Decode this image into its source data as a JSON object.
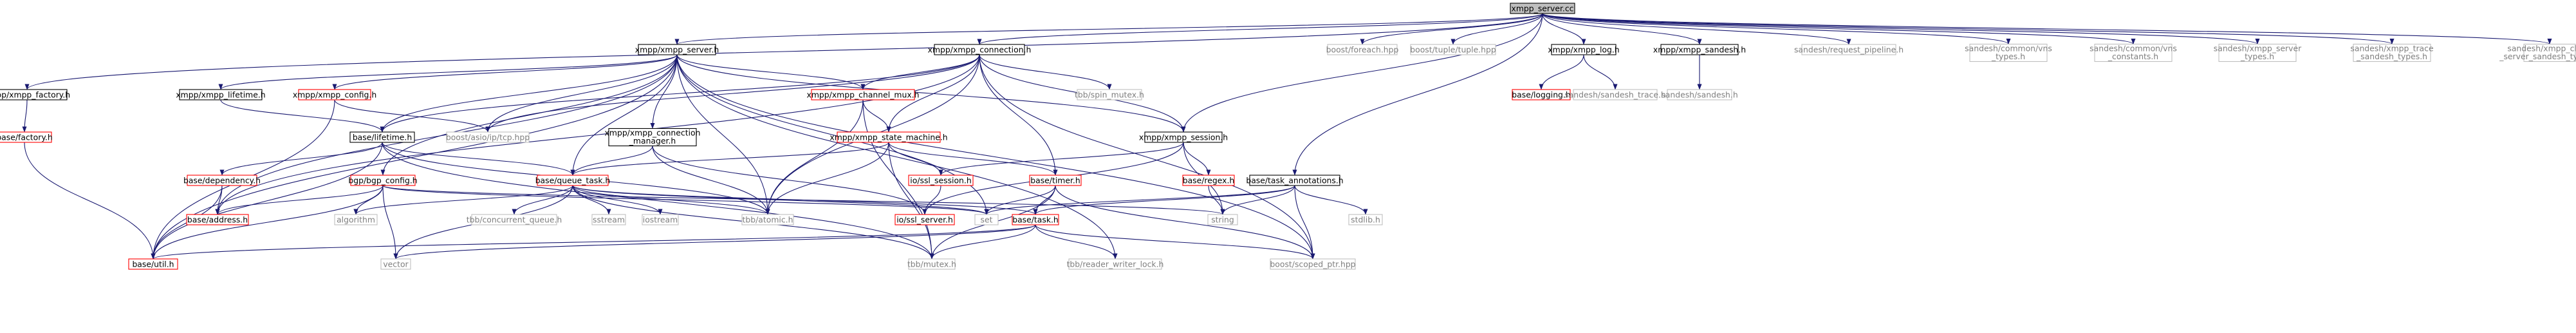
{
  "colors": {
    "edge": "#191970",
    "root_fill": "#bfbfbf",
    "root_border": "#000000",
    "normal_border": "#000000",
    "red_border": "#ff0000",
    "gray_border": "#bfbfbf",
    "text": "#000000",
    "gray_text": "#7f7f7f",
    "fill": "#ffffff"
  },
  "nodes": [
    {
      "id": "xmpp_server_cc",
      "lines": [
        "xmpp_server.cc"
      ],
      "style": "root"
    },
    {
      "id": "xmpp_factory_h",
      "lines": [
        "xmpp/xmpp_factory.h"
      ],
      "style": "normal"
    },
    {
      "id": "xmpp_server_h",
      "lines": [
        "xmpp/xmpp_server.h"
      ],
      "style": "normal"
    },
    {
      "id": "xmpp_connection_h",
      "lines": [
        "xmpp/xmpp_connection.h"
      ],
      "style": "normal"
    },
    {
      "id": "boost_foreach",
      "lines": [
        "boost/foreach.hpp"
      ],
      "style": "gray"
    },
    {
      "id": "boost_tuple",
      "lines": [
        "boost/tuple/tuple.hpp"
      ],
      "style": "gray"
    },
    {
      "id": "xmpp_log_h",
      "lines": [
        "xmpp/xmpp_log.h"
      ],
      "style": "normal"
    },
    {
      "id": "xmpp_sandesh_h",
      "lines": [
        "xmpp/xmpp_sandesh.h"
      ],
      "style": "normal"
    },
    {
      "id": "request_pipeline",
      "lines": [
        "sandesh/request_pipeline.h"
      ],
      "style": "gray"
    },
    {
      "id": "vns_types",
      "lines": [
        "sandesh/common/vns",
        "_types.h"
      ],
      "style": "gray"
    },
    {
      "id": "vns_constants",
      "lines": [
        "sandesh/common/vns",
        "_constants.h"
      ],
      "style": "gray"
    },
    {
      "id": "xmpp_server_types",
      "lines": [
        "sandesh/xmpp_server",
        "_types.h"
      ],
      "style": "gray"
    },
    {
      "id": "xmpp_trace_types",
      "lines": [
        "sandesh/xmpp_trace",
        "_sandesh_types.h"
      ],
      "style": "gray"
    },
    {
      "id": "xmpp_client_types",
      "lines": [
        "sandesh/xmpp_client",
        "_server_sandesh_types.h"
      ],
      "style": "gray"
    },
    {
      "id": "base_factory",
      "lines": [
        "base/factory.h"
      ],
      "style": "red"
    },
    {
      "id": "xmpp_lifetime_h",
      "lines": [
        "xmpp/xmpp_lifetime.h"
      ],
      "style": "normal"
    },
    {
      "id": "xmpp_config_h",
      "lines": [
        "xmpp/xmpp_config.h"
      ],
      "style": "red"
    },
    {
      "id": "xmpp_channel_mux_h",
      "lines": [
        "xmpp/xmpp_channel_mux.h"
      ],
      "style": "red"
    },
    {
      "id": "tbb_spin_mutex",
      "lines": [
        "tbb/spin_mutex.h"
      ],
      "style": "gray"
    },
    {
      "id": "base_logging",
      "lines": [
        "base/logging.h"
      ],
      "style": "red"
    },
    {
      "id": "sandesh_trace",
      "lines": [
        "sandesh/sandesh_trace.h"
      ],
      "style": "gray"
    },
    {
      "id": "sandesh_h",
      "lines": [
        "sandesh/sandesh.h"
      ],
      "style": "gray"
    },
    {
      "id": "boost_asio_tcp",
      "lines": [
        "boost/asio/ip/tcp.hpp"
      ],
      "style": "gray"
    },
    {
      "id": "base_lifetime_h",
      "lines": [
        "base/lifetime.h"
      ],
      "style": "normal"
    },
    {
      "id": "xmpp_conn_mgr_h",
      "lines": [
        "xmpp/xmpp_connection",
        "_manager.h"
      ],
      "style": "normal"
    },
    {
      "id": "xmpp_state_machine_h",
      "lines": [
        "xmpp/xmpp_state_machine.h"
      ],
      "style": "red"
    },
    {
      "id": "xmpp_session_h",
      "lines": [
        "xmpp/xmpp_session.h"
      ],
      "style": "normal"
    },
    {
      "id": "base_task_annotations_h",
      "lines": [
        "base/task_annotations.h"
      ],
      "style": "normal"
    },
    {
      "id": "base_dependency",
      "lines": [
        "base/dependency.h"
      ],
      "style": "red"
    },
    {
      "id": "bgp_config",
      "lines": [
        "bgp/bgp_config.h"
      ],
      "style": "red"
    },
    {
      "id": "base_queue_task",
      "lines": [
        "base/queue_task.h"
      ],
      "style": "red"
    },
    {
      "id": "io_ssl_session",
      "lines": [
        "io/ssl_session.h"
      ],
      "style": "red"
    },
    {
      "id": "base_timer",
      "lines": [
        "base/timer.h"
      ],
      "style": "red"
    },
    {
      "id": "base_regex",
      "lines": [
        "base/regex.h"
      ],
      "style": "red"
    },
    {
      "id": "base_address",
      "lines": [
        "base/address.h"
      ],
      "style": "red"
    },
    {
      "id": "algorithm",
      "lines": [
        "algorithm"
      ],
      "style": "gray"
    },
    {
      "id": "tbb_conc_queue",
      "lines": [
        "tbb/concurrent_queue.h"
      ],
      "style": "gray"
    },
    {
      "id": "sstream",
      "lines": [
        "sstream"
      ],
      "style": "gray"
    },
    {
      "id": "iostream",
      "lines": [
        "iostream"
      ],
      "style": "gray"
    },
    {
      "id": "tbb_atomic",
      "lines": [
        "tbb/atomic.h"
      ],
      "style": "gray"
    },
    {
      "id": "io_ssl_server",
      "lines": [
        "io/ssl_server.h"
      ],
      "style": "red"
    },
    {
      "id": "set",
      "lines": [
        "set"
      ],
      "style": "gray"
    },
    {
      "id": "string",
      "lines": [
        "string"
      ],
      "style": "gray"
    },
    {
      "id": "stdlib",
      "lines": [
        "stdlib.h"
      ],
      "style": "gray"
    },
    {
      "id": "base_task",
      "lines": [
        "base/task.h"
      ],
      "style": "red"
    },
    {
      "id": "base_util",
      "lines": [
        "base/util.h"
      ],
      "style": "red"
    },
    {
      "id": "vector",
      "lines": [
        "vector"
      ],
      "style": "gray"
    },
    {
      "id": "tbb_mutex",
      "lines": [
        "tbb/mutex.h"
      ],
      "style": "gray"
    },
    {
      "id": "tbb_rw_lock",
      "lines": [
        "tbb/reader_writer_lock.h"
      ],
      "style": "gray"
    },
    {
      "id": "boost_scoped_ptr",
      "lines": [
        "boost/scoped_ptr.hpp"
      ],
      "style": "gray"
    }
  ],
  "edges": [
    [
      "xmpp_server_cc",
      "xmpp_factory_h"
    ],
    [
      "xmpp_server_cc",
      "xmpp_server_h"
    ],
    [
      "xmpp_server_cc",
      "xmpp_connection_h"
    ],
    [
      "xmpp_server_cc",
      "boost_foreach"
    ],
    [
      "xmpp_server_cc",
      "boost_tuple"
    ],
    [
      "xmpp_server_cc",
      "xmpp_log_h"
    ],
    [
      "xmpp_server_cc",
      "xmpp_sandesh_h"
    ],
    [
      "xmpp_server_cc",
      "request_pipeline"
    ],
    [
      "xmpp_server_cc",
      "vns_types"
    ],
    [
      "xmpp_server_cc",
      "vns_constants"
    ],
    [
      "xmpp_server_cc",
      "xmpp_server_types"
    ],
    [
      "xmpp_server_cc",
      "xmpp_trace_types"
    ],
    [
      "xmpp_server_cc",
      "xmpp_client_types"
    ],
    [
      "xmpp_server_cc",
      "xmpp_session_h"
    ],
    [
      "xmpp_server_cc",
      "base_task_annotations_h"
    ],
    [
      "xmpp_factory_h",
      "base_factory"
    ],
    [
      "base_factory",
      "base_util"
    ],
    [
      "xmpp_server_h",
      "xmpp_lifetime_h"
    ],
    [
      "xmpp_server_h",
      "xmpp_config_h"
    ],
    [
      "xmpp_server_h",
      "boost_asio_tcp"
    ],
    [
      "xmpp_server_h",
      "base_lifetime_h"
    ],
    [
      "xmpp_server_h",
      "xmpp_conn_mgr_h"
    ],
    [
      "xmpp_server_h",
      "bgp_config"
    ],
    [
      "xmpp_server_h",
      "base_queue_task"
    ],
    [
      "xmpp_server_h",
      "xmpp_channel_mux_h"
    ],
    [
      "xmpp_server_h",
      "xmpp_session_h"
    ],
    [
      "xmpp_server_h",
      "base_address"
    ],
    [
      "xmpp_server_h",
      "tbb_atomic"
    ],
    [
      "xmpp_server_h",
      "set"
    ],
    [
      "xmpp_server_h",
      "base_util"
    ],
    [
      "xmpp_server_h",
      "tbb_rw_lock"
    ],
    [
      "xmpp_server_h",
      "boost_scoped_ptr"
    ],
    [
      "xmpp_lifetime_h",
      "base_lifetime_h"
    ],
    [
      "xmpp_config_h",
      "boost_asio_tcp"
    ],
    [
      "xmpp_config_h",
      "base_util"
    ],
    [
      "xmpp_connection_h",
      "xmpp_channel_mux_h"
    ],
    [
      "xmpp_connection_h",
      "tbb_spin_mutex"
    ],
    [
      "xmpp_connection_h",
      "boost_asio_tcp"
    ],
    [
      "xmpp_connection_h",
      "base_lifetime_h"
    ],
    [
      "xmpp_connection_h",
      "xmpp_state_machine_h"
    ],
    [
      "xmpp_connection_h",
      "xmpp_session_h"
    ],
    [
      "xmpp_connection_h",
      "base_timer"
    ],
    [
      "xmpp_connection_h",
      "boost_scoped_ptr"
    ],
    [
      "xmpp_connection_h",
      "tbb_atomic"
    ],
    [
      "xmpp_connection_h",
      "base_address"
    ],
    [
      "xmpp_channel_mux_h",
      "xmpp_state_machine_h"
    ],
    [
      "xmpp_channel_mux_h",
      "tbb_atomic"
    ],
    [
      "xmpp_channel_mux_h",
      "tbb_mutex"
    ],
    [
      "xmpp_log_h",
      "base_logging"
    ],
    [
      "xmpp_log_h",
      "sandesh_trace"
    ],
    [
      "xmpp_sandesh_h",
      "sandesh_h"
    ],
    [
      "base_lifetime_h",
      "base_dependency"
    ],
    [
      "base_lifetime_h",
      "base_queue_task"
    ],
    [
      "base_lifetime_h",
      "tbb_atomic"
    ],
    [
      "base_lifetime_h",
      "base_util"
    ],
    [
      "base_lifetime_h",
      "tbb_mutex"
    ],
    [
      "xmpp_conn_mgr_h",
      "base_queue_task"
    ],
    [
      "xmpp_conn_mgr_h",
      "io_ssl_server"
    ],
    [
      "xmpp_conn_mgr_h",
      "tbb_atomic"
    ],
    [
      "xmpp_state_machine_h",
      "base_queue_task"
    ],
    [
      "xmpp_state_machine_h",
      "io_ssl_session"
    ],
    [
      "xmpp_state_machine_h",
      "base_timer"
    ],
    [
      "xmpp_state_machine_h",
      "tbb_atomic"
    ],
    [
      "xmpp_state_machine_h",
      "tbb_mutex"
    ],
    [
      "xmpp_session_h",
      "io_ssl_session"
    ],
    [
      "xmpp_session_h",
      "base_regex"
    ],
    [
      "xmpp_session_h",
      "string"
    ],
    [
      "xmpp_session_h",
      "io_ssl_server"
    ],
    [
      "base_task_annotations_h",
      "set"
    ],
    [
      "base_task_annotations_h",
      "string"
    ],
    [
      "base_task_annotations_h",
      "stdlib"
    ],
    [
      "base_task_annotations_h",
      "base_task"
    ],
    [
      "base_task_annotations_h",
      "boost_scoped_ptr"
    ],
    [
      "base_dependency",
      "base_address"
    ],
    [
      "base_dependency",
      "base_util"
    ],
    [
      "bgp_config",
      "base_address"
    ],
    [
      "bgp_config",
      "algorithm"
    ],
    [
      "bgp_config",
      "set"
    ],
    [
      "bgp_config",
      "vector"
    ],
    [
      "bgp_config",
      "base_util"
    ],
    [
      "bgp_config",
      "string"
    ],
    [
      "base_queue_task",
      "algorithm"
    ],
    [
      "base_queue_task",
      "tbb_conc_queue"
    ],
    [
      "base_queue_task",
      "sstream"
    ],
    [
      "base_queue_task",
      "iostream"
    ],
    [
      "base_queue_task",
      "tbb_atomic"
    ],
    [
      "base_queue_task",
      "set"
    ],
    [
      "base_queue_task",
      "base_task"
    ],
    [
      "base_queue_task",
      "vector"
    ],
    [
      "base_queue_task",
      "tbb_mutex"
    ],
    [
      "io_ssl_session",
      "io_ssl_server"
    ],
    [
      "base_timer",
      "base_task"
    ],
    [
      "base_timer",
      "set"
    ],
    [
      "base_timer",
      "tbb_mutex"
    ],
    [
      "base_timer",
      "boost_scoped_ptr"
    ],
    [
      "base_regex",
      "string"
    ],
    [
      "base_task",
      "base_util"
    ],
    [
      "base_task",
      "vector"
    ],
    [
      "base_task",
      "tbb_mutex"
    ],
    [
      "base_task",
      "tbb_rw_lock"
    ],
    [
      "base_task",
      "boost_scoped_ptr"
    ]
  ]
}
